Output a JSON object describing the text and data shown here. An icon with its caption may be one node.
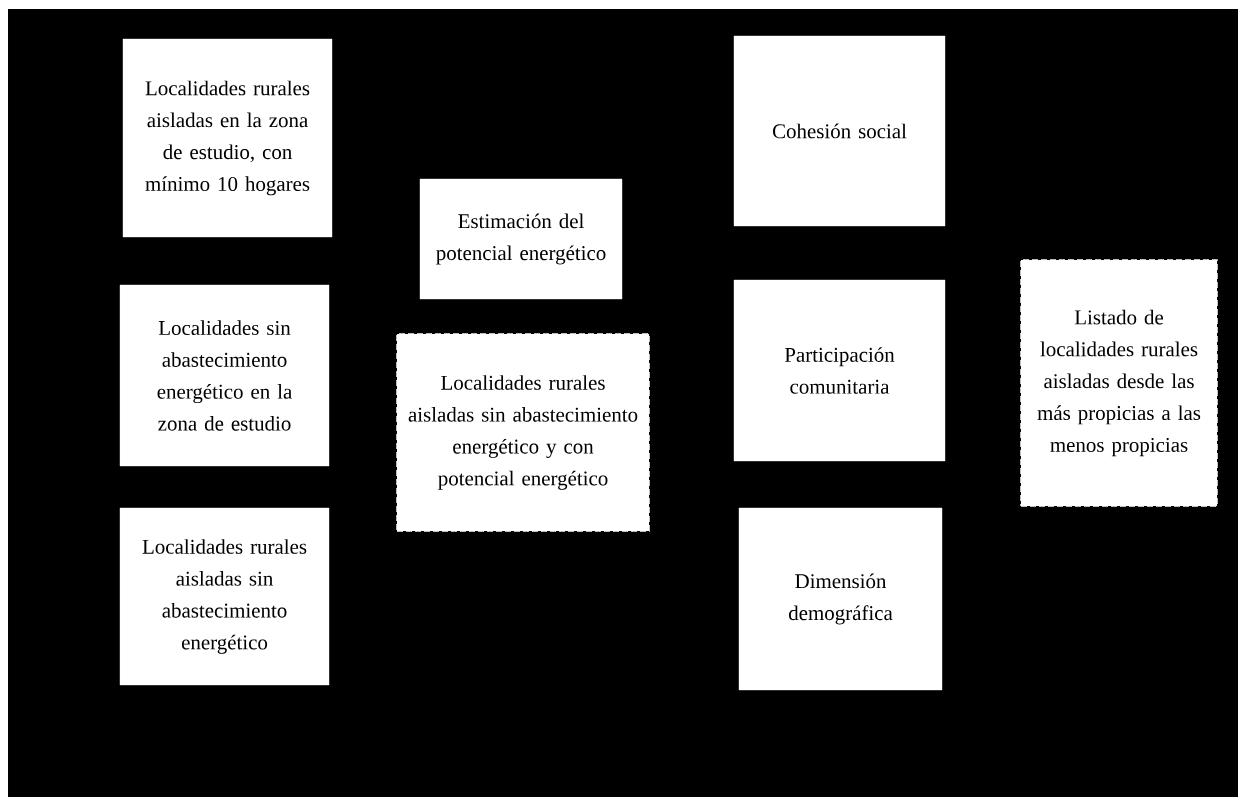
{
  "diagram": {
    "nodes": [
      {
        "text": [
          "Localidades rurales aisladas en la zona de estudio, con mínimo 10 hogares"
        ]
      },
      {
        "text": [
          "Localidades sin abastecimiento energético en la zona de estudio"
        ]
      },
      {
        "text": [
          "Localidades rurales aisladas sin abastecimiento energético"
        ]
      },
      {
        "text": [
          "Estimación del potencial energético"
        ]
      },
      {
        "text": [
          "Localidades rurales aisladas sin abastecimiento energético y con potencial energético"
        ]
      },
      {
        "text": [
          "Cohesión social"
        ]
      },
      {
        "text": [
          "Participación comunitaria"
        ]
      },
      {
        "text": [
          "Dimensión demográfica"
        ]
      },
      {
        "text": [
          "Listado de localidades rurales aisladas desde las más propicias a las menos propicias"
        ]
      }
    ]
  }
}
